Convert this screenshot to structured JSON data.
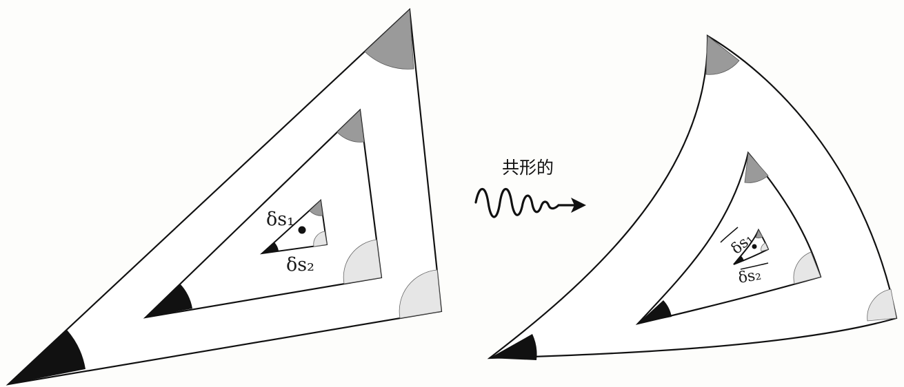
{
  "arrow_label": "共形的",
  "labels": {
    "left_ds1": "δs₁",
    "left_ds2": "δs₂",
    "right_ds1": "δs₁",
    "right_ds2": "δs₂"
  },
  "colors": {
    "stroke": "#111111",
    "acute_angle": "#111111",
    "top_angle": "#9a9a9a",
    "right_angle": "#e6e6e6"
  }
}
